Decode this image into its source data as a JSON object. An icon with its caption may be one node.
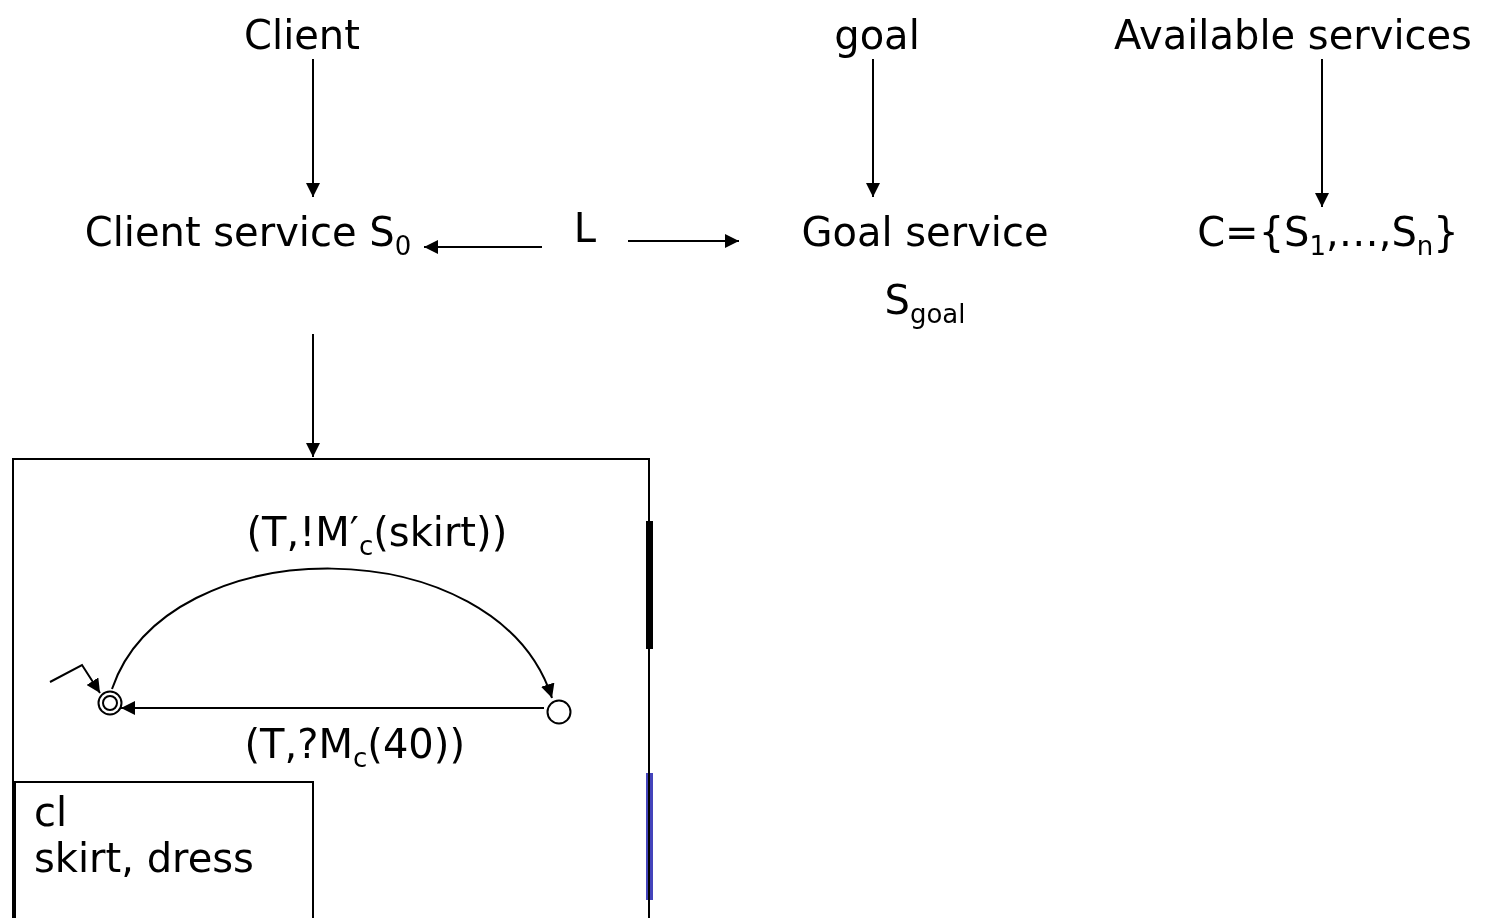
{
  "diagram": {
    "nodes": [
      {
        "text": [
          "Client"
        ]
      },
      {
        "text": [
          "goal"
        ]
      },
      {
        "text": [
          "Available services"
        ]
      },
      {
        "text": [
          "Client service S$_{0}$"
        ]
      },
      {
        "text": [
          "L"
        ]
      },
      {
        "text": [
          "Goal service S$_{goal}$"
        ]
      },
      {
        "text": [
          "C={S$_{1}$,…,S$_{n}$}"
        ]
      },
      {
        "text": [],
        "shape": "box"
      },
      {
        "text": [],
        "shape": "circle",
        "in": 7
      },
      {
        "text": [],
        "shape": "circle",
        "in": 7
      },
      {
        "text": [
          "cl",
          "skirt, dress"
        ],
        "in": 7
      }
    ],
    "edges": [
      {
        "from": 0,
        "to": 3,
        "arrow": "to"
      },
      {
        "from": 1,
        "to": 5,
        "arrow": "to"
      },
      {
        "from": 2,
        "to": 6,
        "arrow": "to"
      },
      {
        "from": 4,
        "to": 3,
        "arrow": "to"
      },
      {
        "from": 4,
        "to": 5,
        "arrow": "to"
      },
      {
        "from": 3,
        "to": 7,
        "arrow": "to"
      },
      {
        "from": 8,
        "to": 9,
        "arrow": "to",
        "label": "(T,!M′$_{c}$(skirt))"
      },
      {
        "from": 9,
        "to": 8,
        "arrow": "to",
        "label": "(T,?M$_{c}$(40))"
      },
      {
        "from": null,
        "to": 8,
        "arrow": "to"
      }
    ]
  }
}
